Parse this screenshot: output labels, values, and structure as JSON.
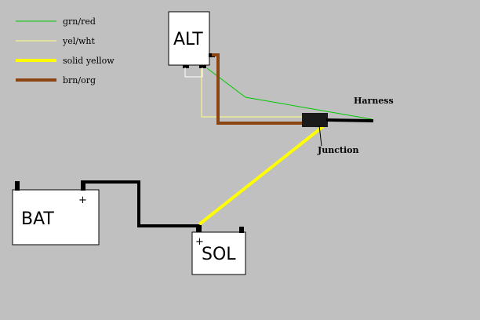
{
  "legend": [
    {
      "label": "grn/red",
      "color": "#00c800"
    },
    {
      "label": "yel/wht",
      "color": "#ffff80"
    },
    {
      "label": "solid yellow",
      "color": "#ffff00"
    },
    {
      "label": "brn/org",
      "color": "#8b4513"
    }
  ],
  "components": {
    "alt": {
      "label": "ALT"
    },
    "bat": {
      "label": "BAT",
      "terminal": "+"
    },
    "sol": {
      "label": "SOL",
      "terminal": "+"
    }
  },
  "labels": {
    "harness": "Harness",
    "junction": "Junction"
  },
  "colors": {
    "background": "#c0c0c0",
    "black_wire": "#000000",
    "junction_block": "#1a1a1a"
  }
}
